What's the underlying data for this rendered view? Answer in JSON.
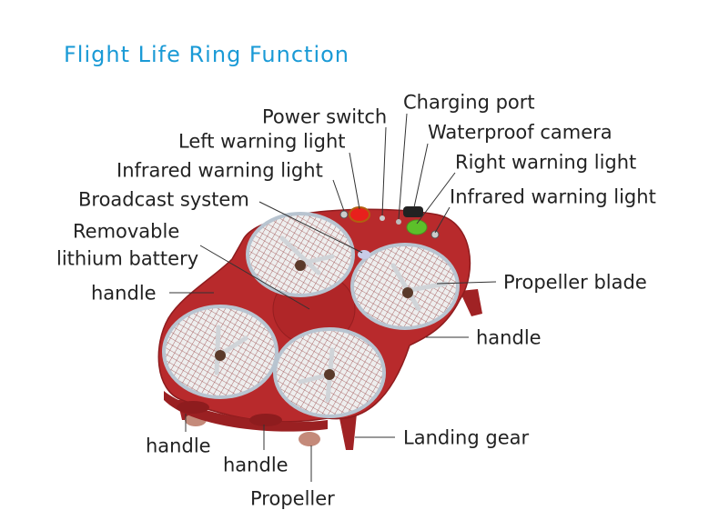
{
  "title": "Flight Life Ring Function",
  "labels": {
    "power_switch": "Power switch",
    "charging_port": "Charging port",
    "left_warning_light": "Left warning light",
    "waterproof_camera": "Waterproof camera",
    "infrared_left": "Infrared warning light",
    "right_warning_light": "Right warning light",
    "broadcast_system": "Broadcast system",
    "infrared_right": "Infrared warning light",
    "battery_line1": "Removable",
    "battery_line2": "lithium battery",
    "handle_left": "handle",
    "propeller_blade": "Propeller blade",
    "handle_right": "handle",
    "handle_bottom_left": "handle",
    "landing_gear": "Landing gear",
    "handle_bottom_mid": "handle",
    "propeller": "Propeller"
  },
  "colors": {
    "title": "#1a9ad6",
    "body": "#b82a2c",
    "red_light": "#e8201c",
    "green_light": "#5cc02a"
  }
}
